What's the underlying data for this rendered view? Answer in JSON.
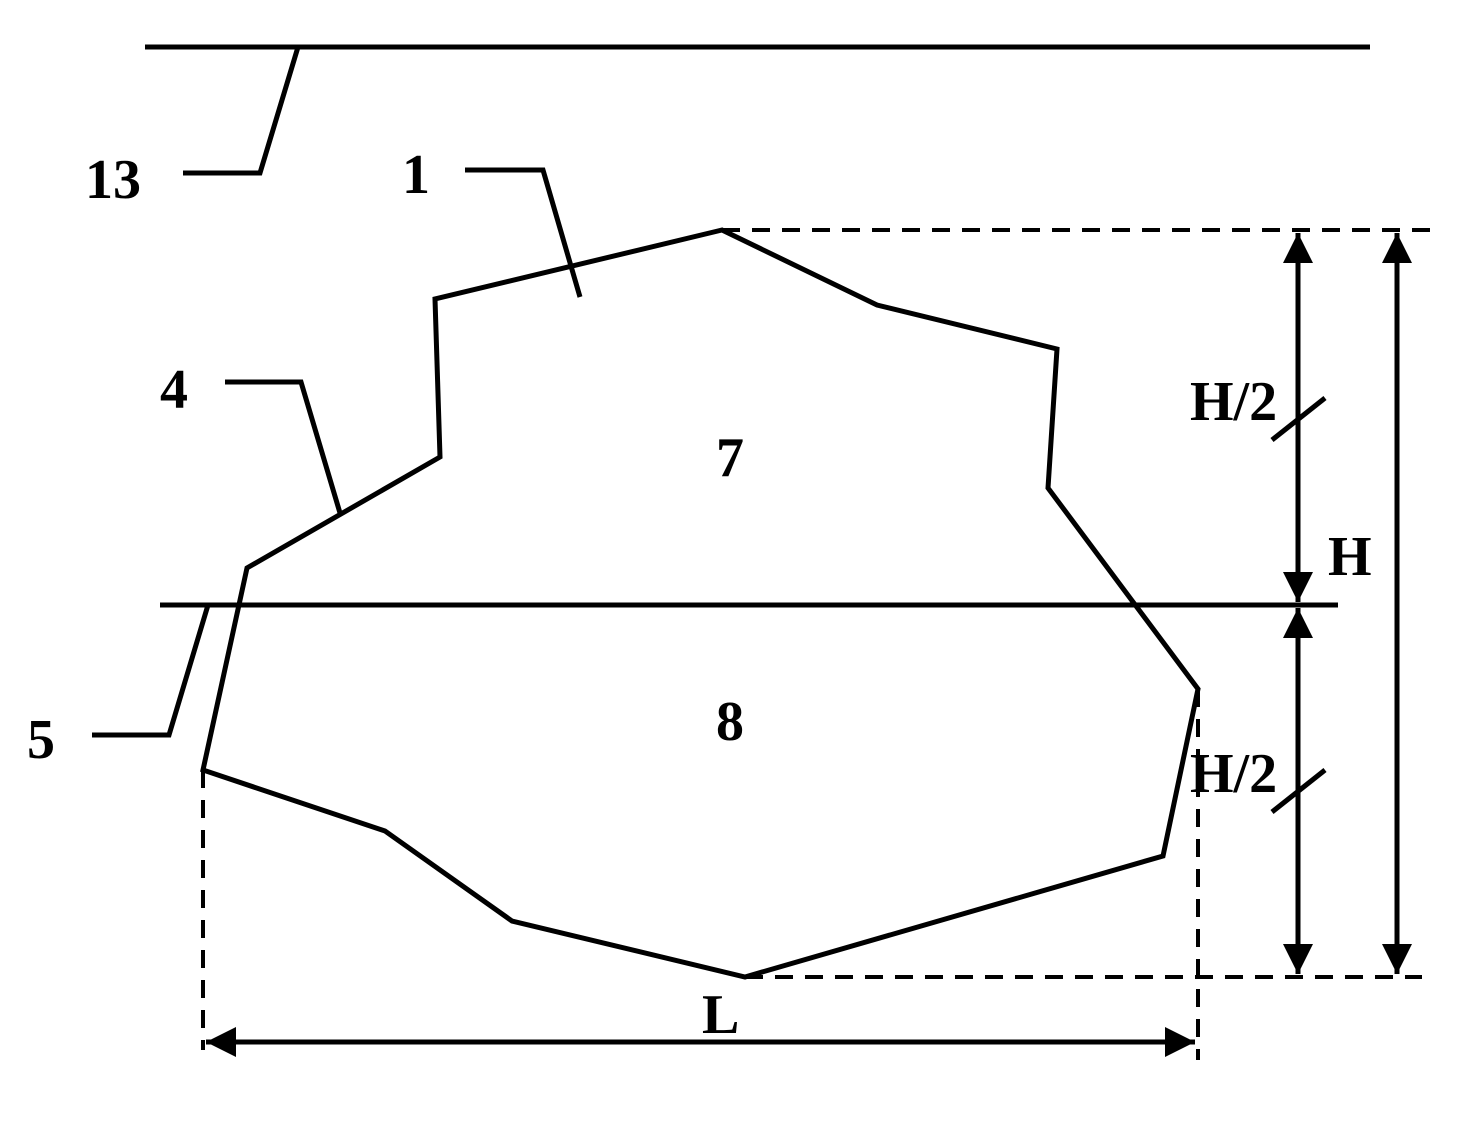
{
  "labels": {
    "ref_13": "13",
    "ref_1": "1",
    "ref_4": "4",
    "ref_5": "5",
    "region_7": "7",
    "region_8": "8",
    "half_height_top": "H/2",
    "half_height_bottom": "H/2",
    "height": "H",
    "length": "L"
  },
  "colors": {
    "stroke": "#000000",
    "background": "#ffffff"
  }
}
